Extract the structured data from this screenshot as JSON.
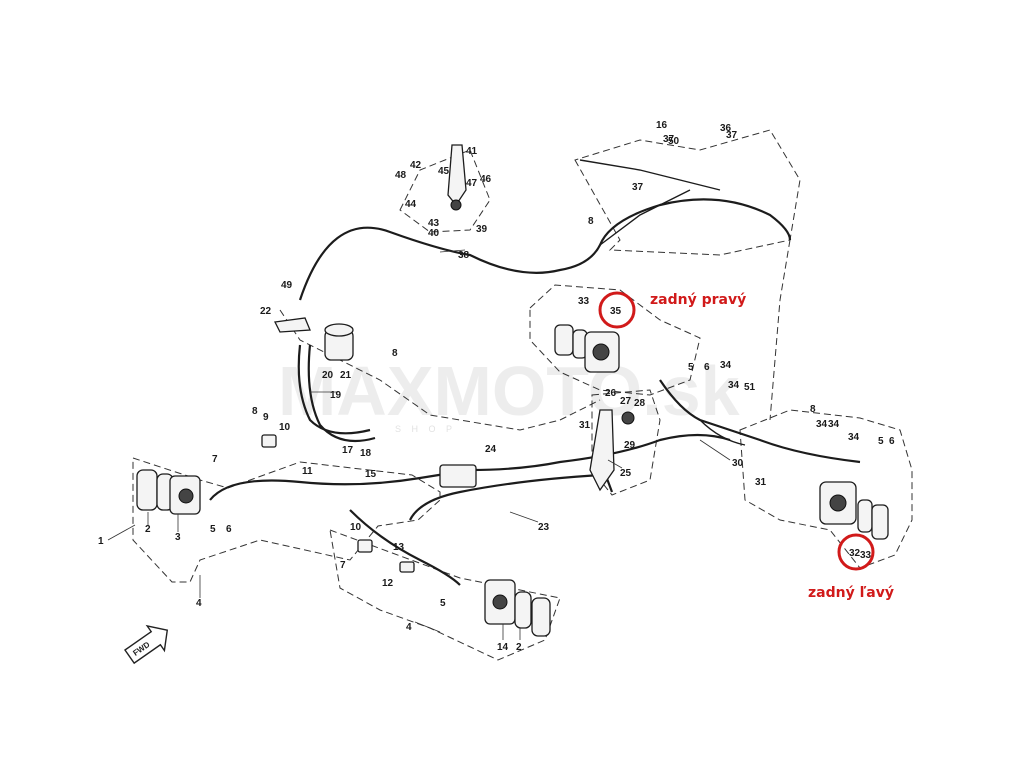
{
  "watermark": {
    "brand": "MAXMOTO.sk",
    "sub": "S H O P"
  },
  "fwd_label": "FWD",
  "annotations": {
    "rear_right": "zadný pravý",
    "rear_left": "zadný ľavý"
  },
  "highlight_labels": {
    "rear_right": "35",
    "rear_left": "32"
  },
  "part_labels": [
    "1",
    "2",
    "3",
    "4",
    "5",
    "6",
    "7",
    "8",
    "9",
    "10",
    "11",
    "12",
    "13",
    "14",
    "15",
    "16",
    "17",
    "18",
    "19",
    "20",
    "21",
    "22",
    "23",
    "24",
    "25",
    "26",
    "27",
    "28",
    "29",
    "30",
    "31",
    "32",
    "33",
    "34",
    "35",
    "36",
    "37",
    "38",
    "39",
    "40",
    "41",
    "42",
    "43",
    "44",
    "45",
    "46",
    "47",
    "48",
    "49",
    "50",
    "51"
  ]
}
